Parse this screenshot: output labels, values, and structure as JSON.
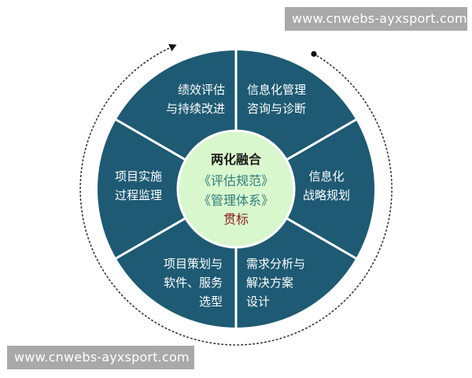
{
  "watermarks": {
    "top": "www.cnwebs-ayxsport.com",
    "bottom": "www.cnwebs-ayxsport.com"
  },
  "colors": {
    "segment_fill": "#1e5a73",
    "segment_divider": "#ffffff",
    "center_fill": "#d9f7cd",
    "center_stroke": "#ffffff",
    "text_dark": "#1a1a1a",
    "text_teal": "#2c7d7d",
    "text_red": "#8a1e1e",
    "cycle_arrow": "#333333"
  },
  "center": {
    "title": "两化融合",
    "line1": "《评估规范》",
    "line2": "《管理体系》",
    "line3": "贯标"
  },
  "segments": [
    {
      "id": "strategy",
      "lines": [
        "信息化",
        "战略规划"
      ]
    },
    {
      "id": "requirements",
      "lines": [
        "需求分析与",
        "解决方案",
        "设计"
      ]
    },
    {
      "id": "selection",
      "lines": [
        "项目策划与",
        "软件、服务",
        "选型"
      ]
    },
    {
      "id": "implementation",
      "lines": [
        "项目实施",
        "过程监理"
      ]
    },
    {
      "id": "evaluation",
      "lines": [
        "绩效评估",
        "与持续改进"
      ]
    },
    {
      "id": "consulting",
      "lines": [
        "信息化管理",
        "咨询与诊断"
      ]
    }
  ]
}
